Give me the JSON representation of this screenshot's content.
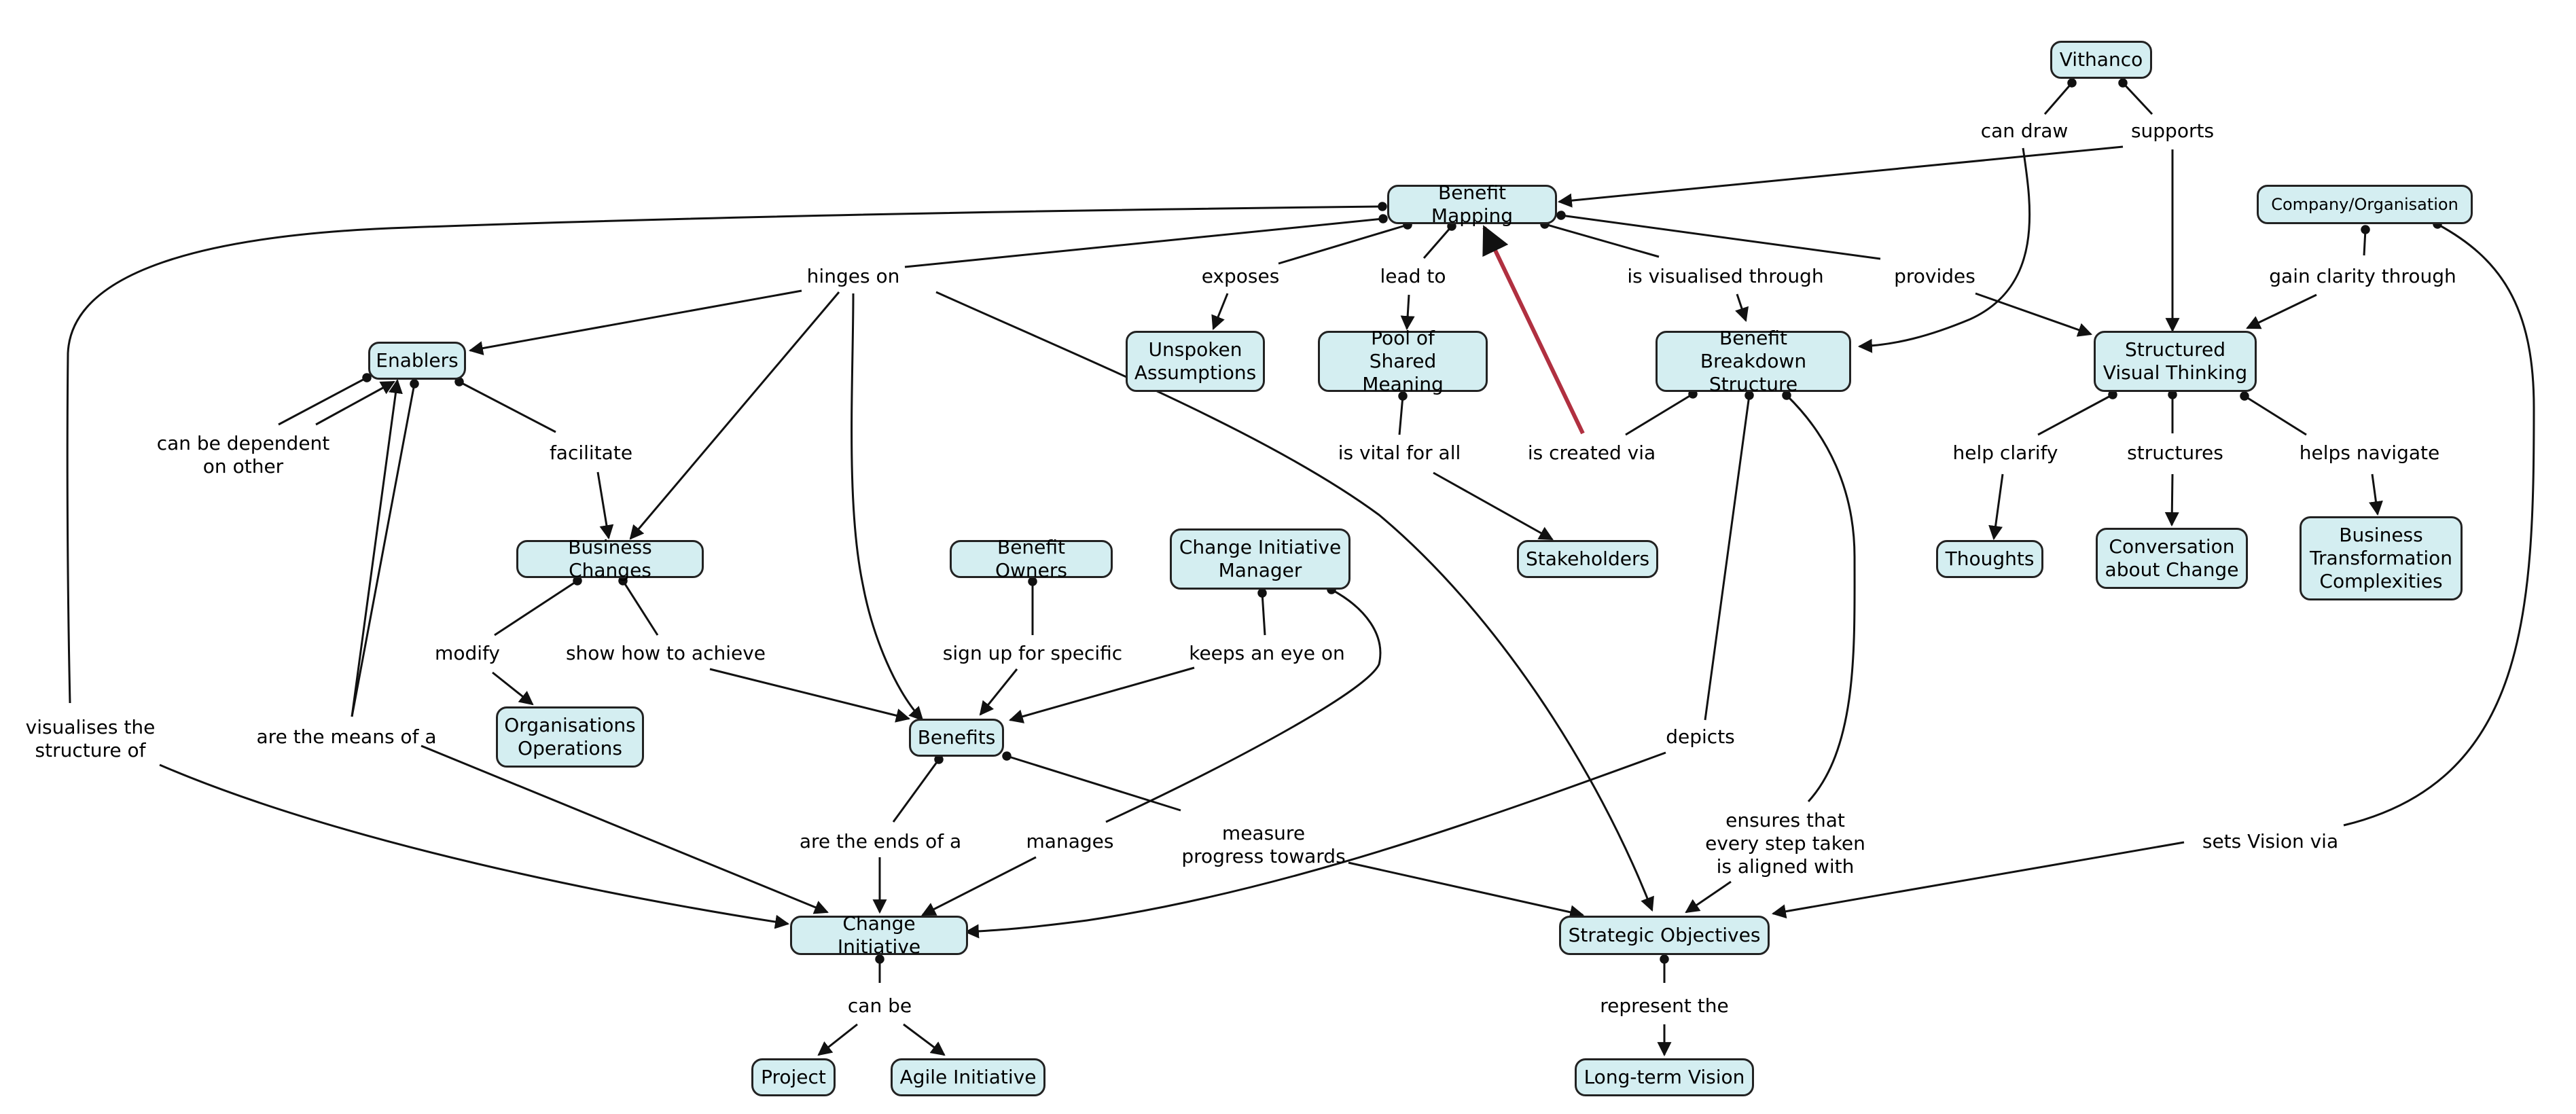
{
  "nodes": {
    "vithanco": "Vithanco",
    "benefit_mapping": "Benefit Mapping",
    "company": "Company/Organisation",
    "enablers": "Enablers",
    "unspoken": "Unspoken\nAssumptions",
    "pool": "Pool of\nShared Meaning",
    "bbs": "Benefit Breakdown\nStructure",
    "svt": "Structured\nVisual Thinking",
    "business_changes": "Business Changes",
    "benefit_owners": "Benefit Owners",
    "cim": "Change Initiative\nManager",
    "stakeholders": "Stakeholders",
    "thoughts": "Thoughts",
    "conversation": "Conversation\nabout Change",
    "btc": "Business\nTransformation\nComplexities",
    "org_ops": "Organisations\nOperations",
    "benefits": "Benefits",
    "change_initiative": "Change Initiative",
    "strategic_objectives": "Strategic Objectives",
    "project": "Project",
    "agile": "Agile Initiative",
    "long_term": "Long-term Vision"
  },
  "labels": {
    "can_draw": "can draw",
    "supports": "supports",
    "hinges_on": "hinges on",
    "exposes": "exposes",
    "lead_to": "lead to",
    "is_visualised_through": "is visualised through",
    "provides": "provides",
    "gain_clarity_through": "gain clarity through",
    "can_be_dependent": "can be dependent\non other",
    "facilitate": "facilitate",
    "is_vital_for_all": "is vital for all",
    "is_created_via": "is created via",
    "help_clarify": "help clarify",
    "structures": "structures",
    "helps_navigate": "helps navigate",
    "modify": "modify",
    "show_how_to_achieve": "show how to achieve",
    "sign_up_for_specific": "sign up for specific",
    "keeps_an_eye_on": "keeps an eye on",
    "visualises_structure": "visualises the\nstructure of",
    "are_means_of_a": "are the means of a",
    "depicts": "depicts",
    "are_ends_of_a": "are the ends of a",
    "manages": "manages",
    "measure_progress": "measure\nprogress towards",
    "ensures_that": "ensures that\nevery step taken\nis aligned with",
    "sets_vision_via": "sets Vision via",
    "can_be": "can be",
    "represent_the": "represent the"
  },
  "colors": {
    "node_fill": "#d4eef1",
    "line": "#111111",
    "highlight_link": "#b03040"
  }
}
